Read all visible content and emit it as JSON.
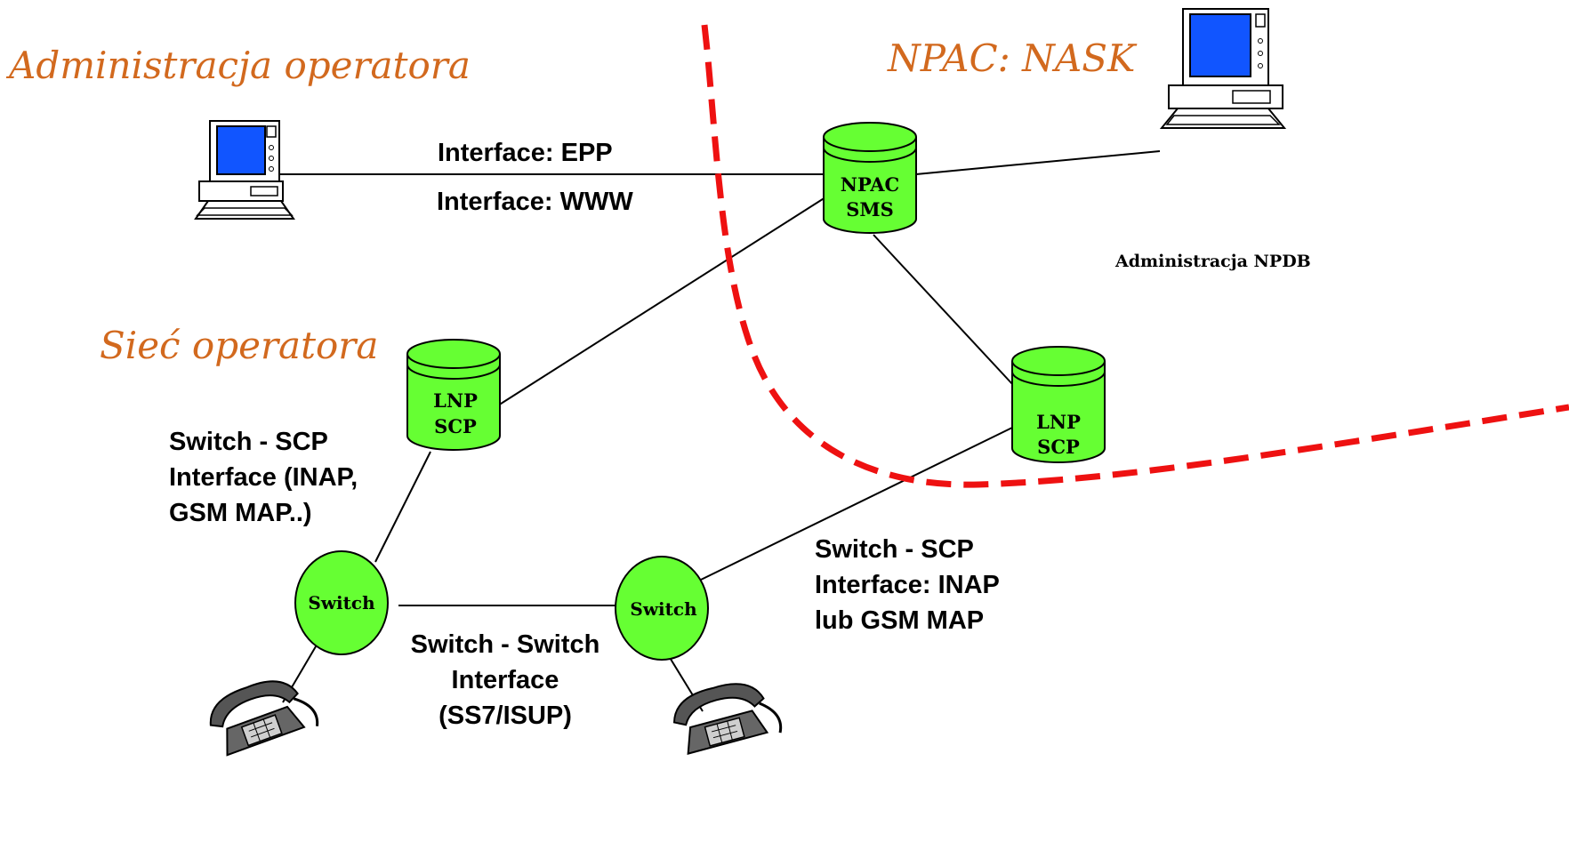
{
  "sections": {
    "operator_admin": "Administracja operatora",
    "npac": "NPAC: NASK",
    "operator_network": "Sieć operatora"
  },
  "labels": {
    "admin_npdb": "Administracja NPDB",
    "iface_epp": "Interface: EPP",
    "iface_www": "Interface: WWW",
    "switch_scp_left": [
      "Switch - SCP",
      "Interface (INAP,",
      "GSM MAP..)"
    ],
    "switch_scp_right": [
      "Switch - SCP",
      "Interface: INAP",
      "lub GSM MAP"
    ],
    "switch_switch": [
      "Switch - Switch",
      "Interface",
      "(SS7/ISUP)"
    ]
  },
  "nodes": {
    "npac_sms": [
      "NPAC",
      "SMS"
    ],
    "lnp_scp_left": [
      "LNP",
      "SCP"
    ],
    "lnp_scp_right": [
      "LNP",
      "SCP"
    ],
    "switch_left": "Switch",
    "switch_right": "Switch"
  },
  "colors": {
    "node_fill": "#66ff33",
    "section_title": "#d2691e",
    "boundary": "#ee1111",
    "screen": "#1155ff"
  },
  "icons": {
    "computer": "computer-icon",
    "telephone": "telephone-icon"
  }
}
